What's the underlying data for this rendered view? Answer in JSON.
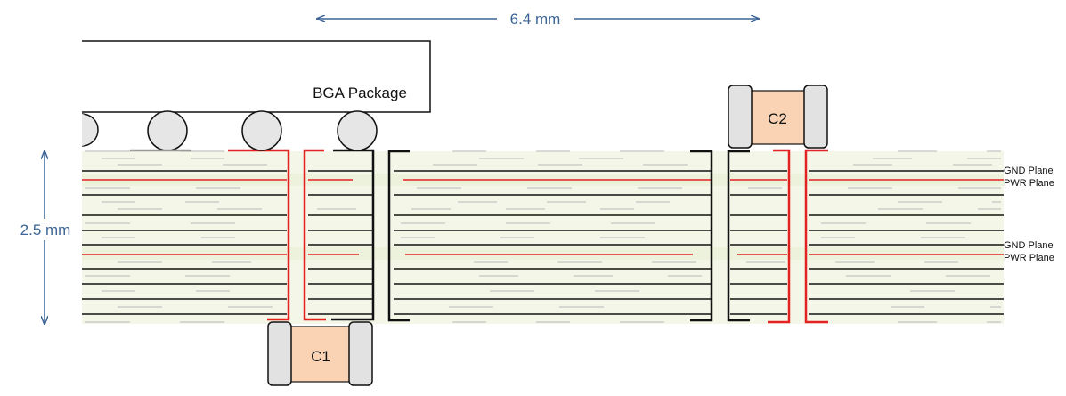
{
  "dimensions": {
    "width_label": "6.4 mm",
    "height_label": "2.5 mm"
  },
  "package": {
    "label": "BGA Package"
  },
  "capacitors": [
    {
      "label": "C1"
    },
    {
      "label": "C2"
    }
  ],
  "plane_labels": {
    "gnd": "GND Plane",
    "pwr": "PWR Plane"
  },
  "colors": {
    "dimension": "#3c6596",
    "plane_red": "#e32222",
    "trace_black": "#111111",
    "board_fill": "#f4f7e8",
    "cap_body": "#f9d3b4",
    "cap_end": "#e2e2e2",
    "ball_fill": "#e6e6e6"
  }
}
